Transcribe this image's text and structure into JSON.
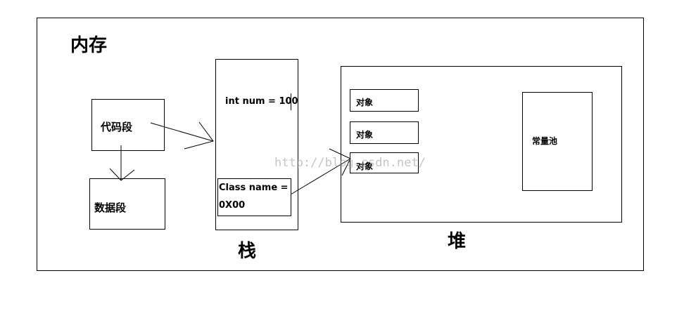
{
  "memory": {
    "title": "内存"
  },
  "code_segment": {
    "label": "代码段"
  },
  "data_segment": {
    "label": "数据段"
  },
  "stack": {
    "title": "栈",
    "var": "int num = 100",
    "ref_line1": "Class name =",
    "ref_line2": "0X00"
  },
  "heap": {
    "title": "堆",
    "objects": [
      "对象",
      "对象",
      "对象"
    ],
    "constant_pool": "常量池"
  },
  "watermark": "http://blog.csdn.net/"
}
